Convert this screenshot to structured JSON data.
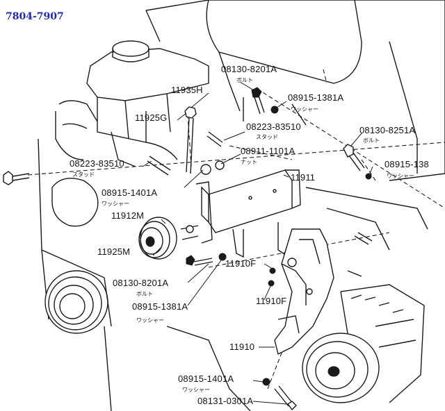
{
  "title": "7804-7907",
  "colors": {
    "title": "#1f2aa6",
    "line": "#1a1a1a"
  },
  "labels": [
    {
      "code": "08130-8201A",
      "sub": "ボルト"
    },
    {
      "code": "11935H",
      "sub": ""
    },
    {
      "code": "08915-1381A",
      "sub": "ワッシャー"
    },
    {
      "code": "11925G",
      "sub": ""
    },
    {
      "code": "08223-83510",
      "sub": "スタッド"
    },
    {
      "code": "08130-8251A",
      "sub": "ボルト"
    },
    {
      "code": "08911-1101A",
      "sub": "ナット"
    },
    {
      "code": "08223-83510",
      "sub": "スタッド"
    },
    {
      "code": "08915-138",
      "sub": "ワッシャー"
    },
    {
      "code": "11911",
      "sub": ""
    },
    {
      "code": "08915-1401A",
      "sub": "ワッシャー"
    },
    {
      "code": "11912M",
      "sub": ""
    },
    {
      "code": "11925M",
      "sub": ""
    },
    {
      "code": "11910F",
      "sub": ""
    },
    {
      "code": "08130-8201A",
      "sub": "ボルト"
    },
    {
      "code": "11910F",
      "sub": ""
    },
    {
      "code": "08915-1381A",
      "sub": "ワッシャー"
    },
    {
      "code": "11910",
      "sub": ""
    },
    {
      "code": "08915-1401A",
      "sub": "ワッシャー"
    },
    {
      "code": "08131-0301A",
      "sub": ""
    }
  ]
}
